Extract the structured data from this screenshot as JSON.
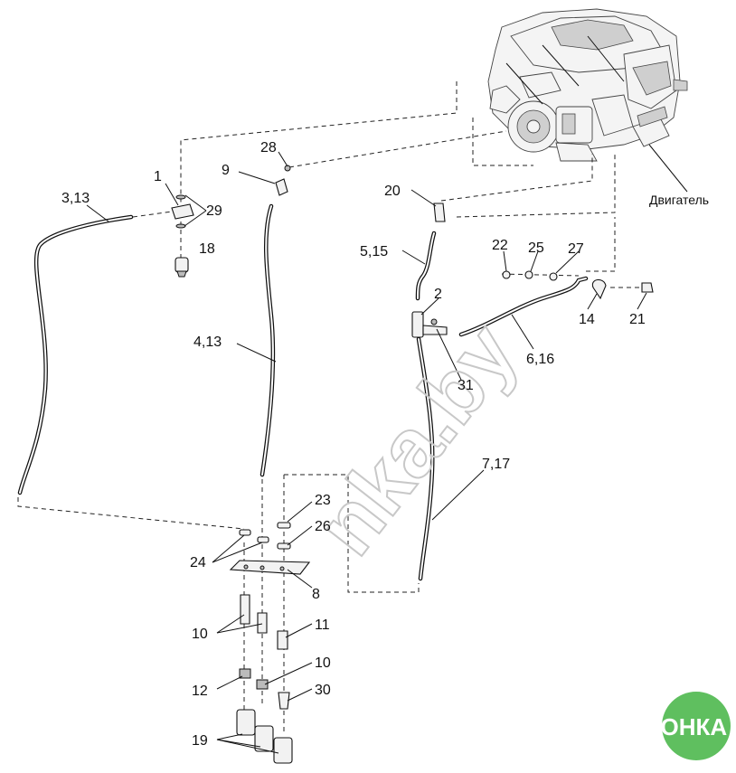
{
  "labels": {
    "p3_13": "3,13",
    "p1": "1",
    "p29": "29",
    "p18": "18",
    "p28": "28",
    "p9": "9",
    "p4_13": "4,13",
    "p20": "20",
    "p5_15": "5,15",
    "p2": "2",
    "p31": "31",
    "p22": "22",
    "p25": "25",
    "p27": "27",
    "p14": "14",
    "p21": "21",
    "p6_16": "6,16",
    "p7_17": "7,17",
    "p23": "23",
    "p26": "26",
    "p24": "24",
    "p8": "8",
    "p10a": "10",
    "p11": "11",
    "p12": "12",
    "p10b": "10",
    "p30": "30",
    "p19": "19",
    "engine": "Двигатель"
  },
  "watermark": "nka.by",
  "logo": {
    "text": "АГРОНКА",
    "color": "#5fbf5f"
  }
}
